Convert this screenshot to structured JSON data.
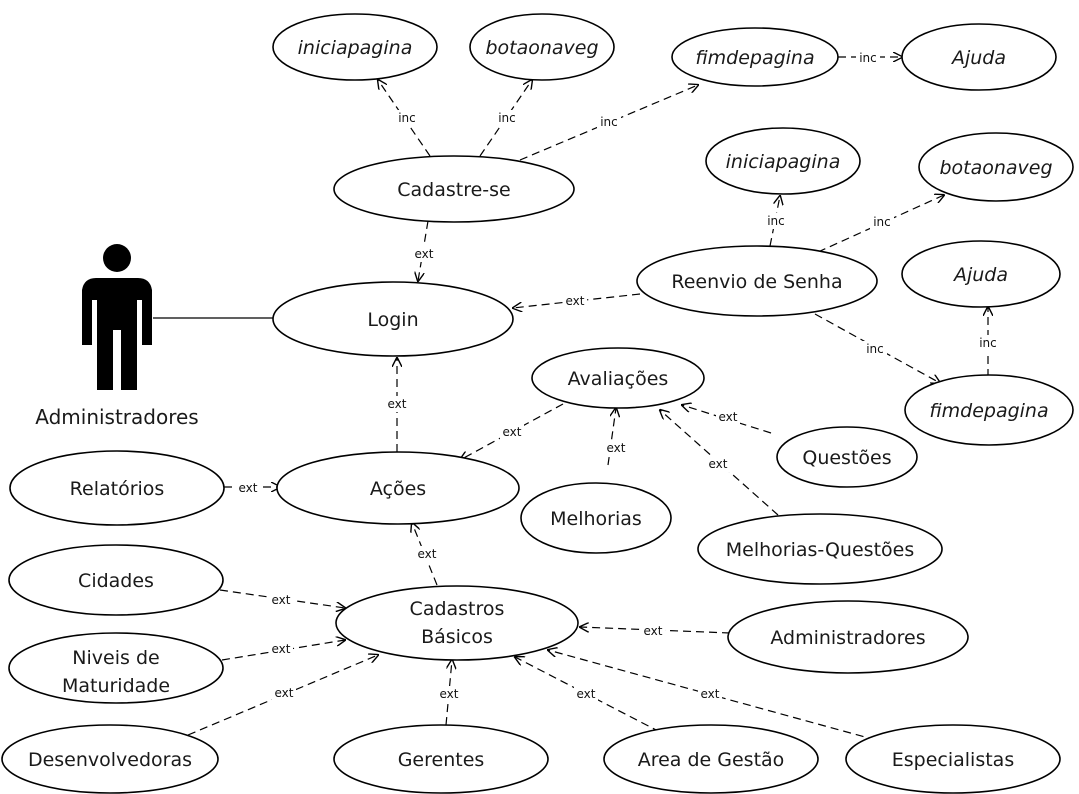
{
  "actor": {
    "name": "Administradores"
  },
  "use_cases": {
    "iniciapagina_top": "iniciapagina",
    "botaonaveg_top": "botaonaveg",
    "fimdepagina_top": "fimdepagina",
    "ajuda_top": "Ajuda",
    "cadastre_se": "Cadastre-se",
    "iniciapagina_right": "iniciapagina",
    "botaonaveg_right": "botaonaveg",
    "reenvio_senha": "Reenvio de Senha",
    "ajuda_right": "Ajuda",
    "login": "Login",
    "fimdepagina_right": "fimdepagina",
    "avaliacoes": "Avaliações",
    "questoes": "Questões",
    "melhorias": "Melhorias",
    "melhorias_questoes": "Melhorias-Questões",
    "relatorios": "Relatórios",
    "acoes": "Ações",
    "cidades": "Cidades",
    "cadastros_basicos_l1": "Cadastros",
    "cadastros_basicos_l2": "Básicos",
    "niveis_l1": "Niveis de",
    "niveis_l2": "Maturidade",
    "administradores_uc": "Administradores",
    "desenvolvedoras": "Desenvolvedoras",
    "gerentes": "Gerentes",
    "area_gestao": "Area de Gestão",
    "especialistas": "Especialistas"
  },
  "labels": {
    "inc": "inc",
    "ext": "ext"
  }
}
